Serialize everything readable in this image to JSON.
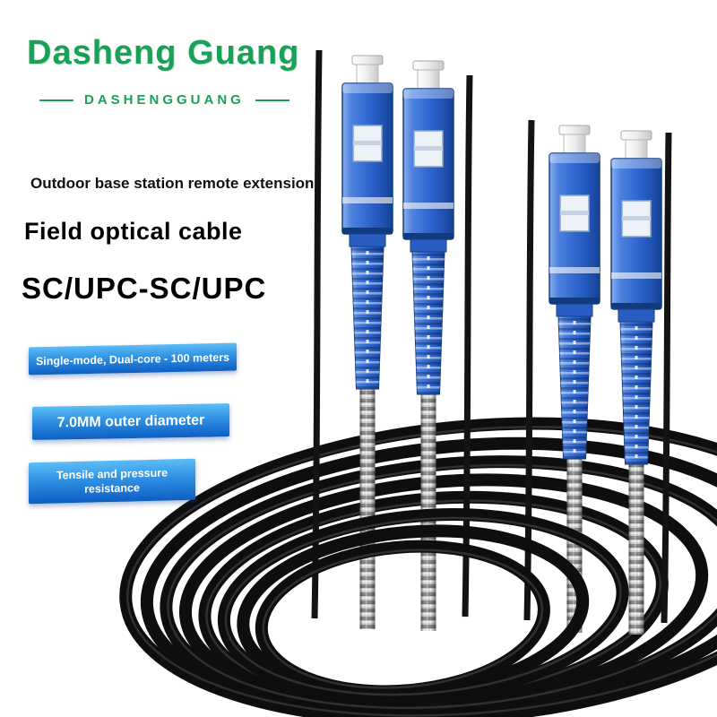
{
  "page": {
    "background": "#ffffff"
  },
  "brand": {
    "name": "Dasheng Guang",
    "subtitle": "DASHENGGUANG"
  },
  "headings": {
    "tagline": "Outdoor base station remote extension",
    "product_name": "Field optical cable",
    "connector_model": "SC/UPC-SC/UPC"
  },
  "badges": [
    {
      "label": "Single-mode, Dual-core - 100 meters"
    },
    {
      "label": "7.0MM outer diameter"
    },
    {
      "label": "Tensile and pressure resistance"
    }
  ],
  "colors": {
    "brand_green": "#17a257",
    "badge_blue_top": "#5bbdf7",
    "badge_blue_bottom": "#0d5ec4",
    "connector_blue": "#2c64cd",
    "cable_black": "#0e0e0e",
    "armor_silver": "#d2d2d2"
  },
  "art_icons": {
    "connectors": "sc-upc-duplex-connector",
    "cable": "armored-fiber-cable-coil"
  }
}
